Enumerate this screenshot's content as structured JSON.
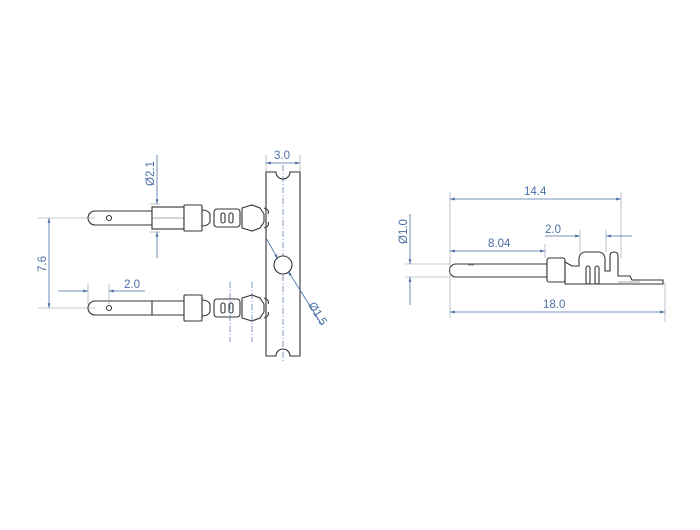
{
  "colors": {
    "background": "#ffffff",
    "outline": "#333333",
    "dimension": "#4a6fa5"
  },
  "left_view": {
    "dim_pin_diameter": "Ø2.1",
    "dim_carrier_width": "3.0",
    "dim_pitch": "7.6",
    "dim_tip_hole": "2.0",
    "dim_pilot_hole": "Ø1.5"
  },
  "right_view": {
    "dim_contact_length": "14.4",
    "dim_pin_length": "8.04",
    "dim_crimp_length": "2.0",
    "dim_pin_diameter": "Ø1.0",
    "dim_total_length": "18.0"
  }
}
